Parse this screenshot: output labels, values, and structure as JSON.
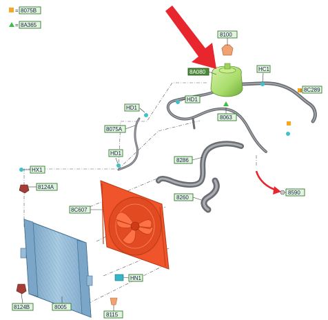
{
  "legend": {
    "items": [
      {
        "code": "8075B",
        "color": "#f5a623",
        "symbol": "square"
      },
      {
        "code": "8A365",
        "color": "#3cbf4a",
        "symbol": "triangle"
      }
    ]
  },
  "callouts": {
    "c8100": "8100",
    "c8A080": "8A080",
    "cHC1": "HC1",
    "c8C289": "8C289",
    "cHD1a": "HD1",
    "cHD1b": "HD1",
    "c8063": "8063",
    "c8075A": "8075A",
    "cHD1c": "HD1",
    "c8286": "8286",
    "cHX1": "HX1",
    "c8124A": "8124A",
    "c8C607": "8C607",
    "c8260": "8260",
    "c8590": "8590",
    "cHN1": "HN1",
    "c8124B": "8124B",
    "c8005": "8005",
    "c8115": "8115"
  },
  "colors": {
    "arrow": "#e8262e",
    "fan_shroud": "#f0542a",
    "radiator": "#8fb7d4",
    "reservoir": "#a8dc6a",
    "clip": "#3fc1c9"
  }
}
